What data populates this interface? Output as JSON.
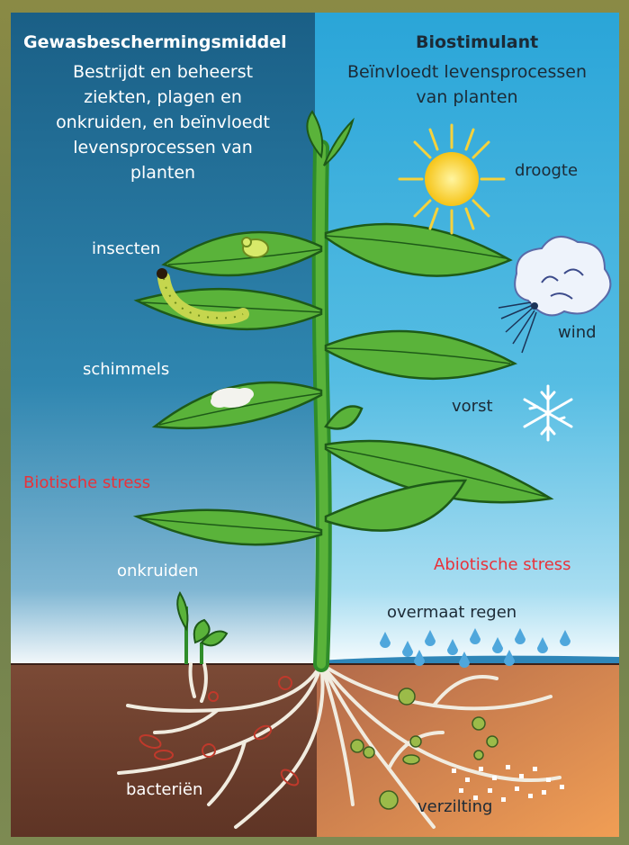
{
  "left_panel": {
    "title": "Gewasbeschermingsmiddel",
    "description_lines": [
      "Bestrijdt en beheerst",
      "ziekten, plagen en",
      "onkruiden, en beïnvloedt",
      "levensprocessen van",
      "planten"
    ],
    "labels": {
      "insects": "insecten",
      "fungi": "schimmels",
      "stress": "Biotische stress",
      "weeds": "onkruiden",
      "bacteria": "bacteriën"
    }
  },
  "right_panel": {
    "title": "Biostimulant",
    "description_lines": [
      "Beïnvloedt levensprocessen",
      "van planten"
    ],
    "labels": {
      "drought": "droogte",
      "wind": "wind",
      "frost": "vorst",
      "stress": "Abiotische stress",
      "rain": "overmaat regen",
      "salinization": "verzilting"
    }
  },
  "colors": {
    "left_sky_top": "#1a5f86",
    "right_sky_top": "#2aa5d8",
    "soil_left": "#6b3f2e",
    "soil_right": "#e89a5c",
    "leaf": "#5ab33a",
    "stress_red": "#e8323a"
  }
}
